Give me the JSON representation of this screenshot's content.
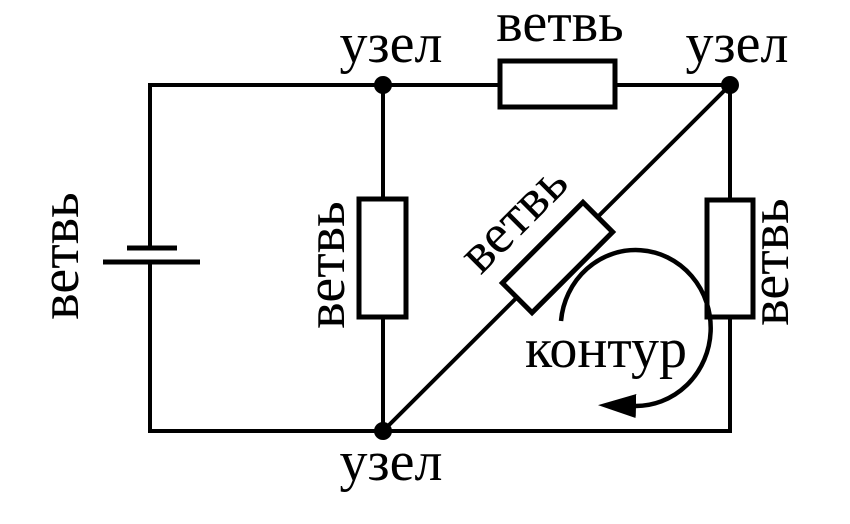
{
  "diagram": {
    "type": "electrical-circuit-schematic",
    "colors": {
      "ink": "#000000",
      "background": "#ffffff"
    },
    "labels": {
      "node_top_left": "узел",
      "node_top_right": "узел",
      "node_bottom": "узел",
      "branch_left": "ветвь",
      "branch_top": "ветвь",
      "branch_middle": "ветвь",
      "branch_diagonal": "ветвь",
      "branch_right": "ветвь",
      "loop": "контур"
    },
    "elements": {
      "nodes_count": 3,
      "branches_count": 5,
      "loops_marked": 1,
      "source": "battery",
      "loop_arrow_direction": "clockwise"
    }
  }
}
